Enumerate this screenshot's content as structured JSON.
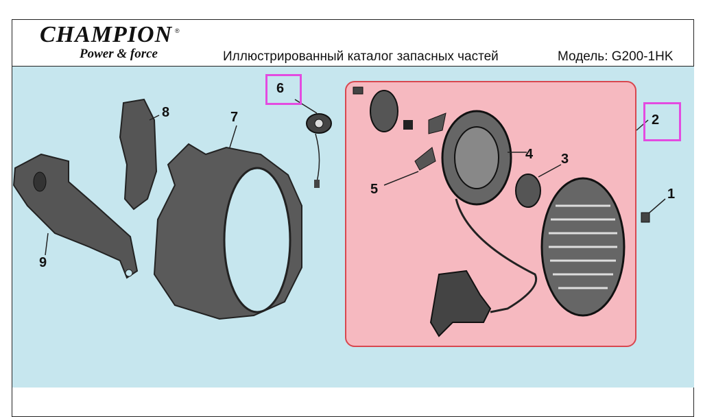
{
  "brand": {
    "name": "CHAMPION",
    "tagline": "Power & force",
    "registered": "®"
  },
  "header": {
    "title": "Иллюстрированный каталог запасных частей",
    "model": "Модель: G200-1HK"
  },
  "callouts": {
    "c1": "1",
    "c2": "2",
    "c3": "3",
    "c4": "4",
    "c5": "5",
    "c6": "6",
    "c7": "7",
    "c8": "8",
    "c9": "9"
  },
  "colors": {
    "background_panel": "#c6e6ee",
    "assembly_highlight": "#f6b9c0",
    "assembly_border": "#d8474f",
    "selection_box": "#e34be0",
    "part_fill": "#4a4a4a"
  }
}
